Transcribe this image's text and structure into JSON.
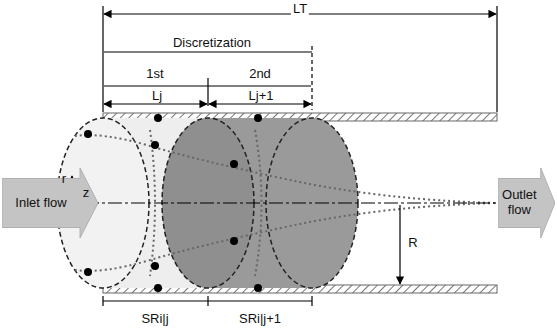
{
  "diagram": {
    "nodes": [
      {
        "text": [
          "Inlet flow"
        ]
      },
      {
        "text": [
          "Outlet flow"
        ]
      }
    ],
    "labels": [
      "LT",
      "Discretization",
      "1st",
      "2nd",
      "Lj",
      "Lj+1",
      "r",
      "z",
      "R",
      "SRi|j",
      "SRi|j+1"
    ]
  }
}
